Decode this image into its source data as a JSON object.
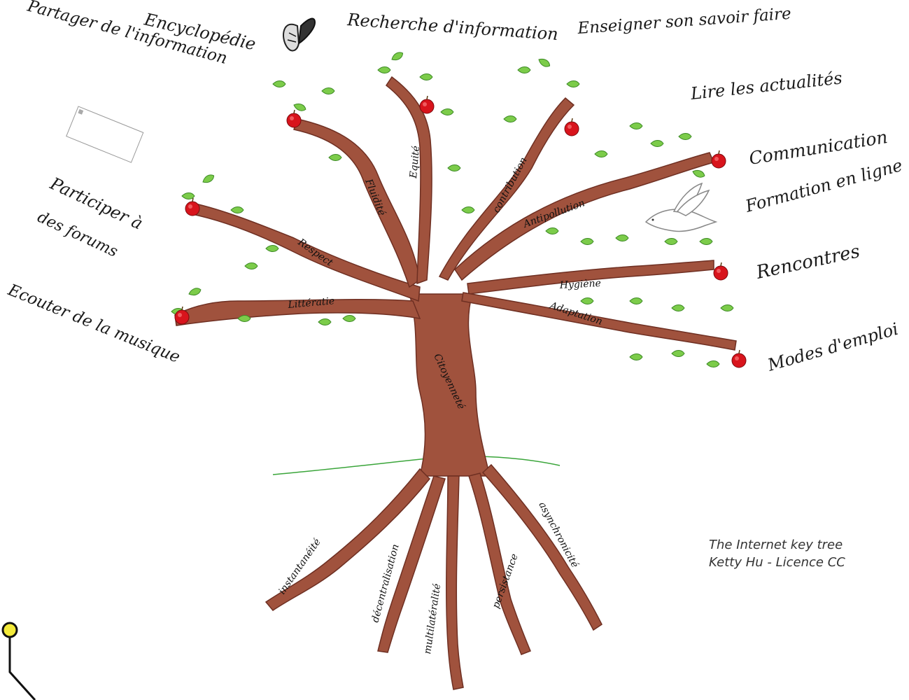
{
  "around_words": [
    "Partager de l'information",
    "Encyclopédie",
    "Recherche d'information",
    "Enseigner son savoir faire",
    "Lire les actualités",
    "Communication",
    "Formation en ligne",
    "Rencontres",
    "Modes d'emploi",
    "Participer à",
    "des forums",
    "Ecouter de la musique"
  ],
  "branch_words": [
    "Fluidité",
    "Equité",
    "contribution",
    "Antipollution",
    "Respect",
    "Littératie",
    "Hygiène",
    "Adaptation",
    "Citoyenneté"
  ],
  "root_words": [
    "instantanéité",
    "décentralisation",
    "multilatéralité",
    "persistance",
    "asynchronicité"
  ],
  "credit": {
    "line1": "The Internet key tree",
    "line2": "Ketty Hu - Licence CC"
  },
  "colors": {
    "bark": "#a0523d",
    "bark_dark": "#6e2f22",
    "leaf": "#7ccc4a",
    "leaf_dark": "#3d8a25",
    "apple": "#d8141c",
    "ground": "#3aa53a",
    "pin": "#f3ea3a"
  },
  "icons": [
    "butterfly-icon",
    "dove-icon",
    "apple-icon",
    "leaf-icon",
    "envelope-icon",
    "pin-icon"
  ]
}
